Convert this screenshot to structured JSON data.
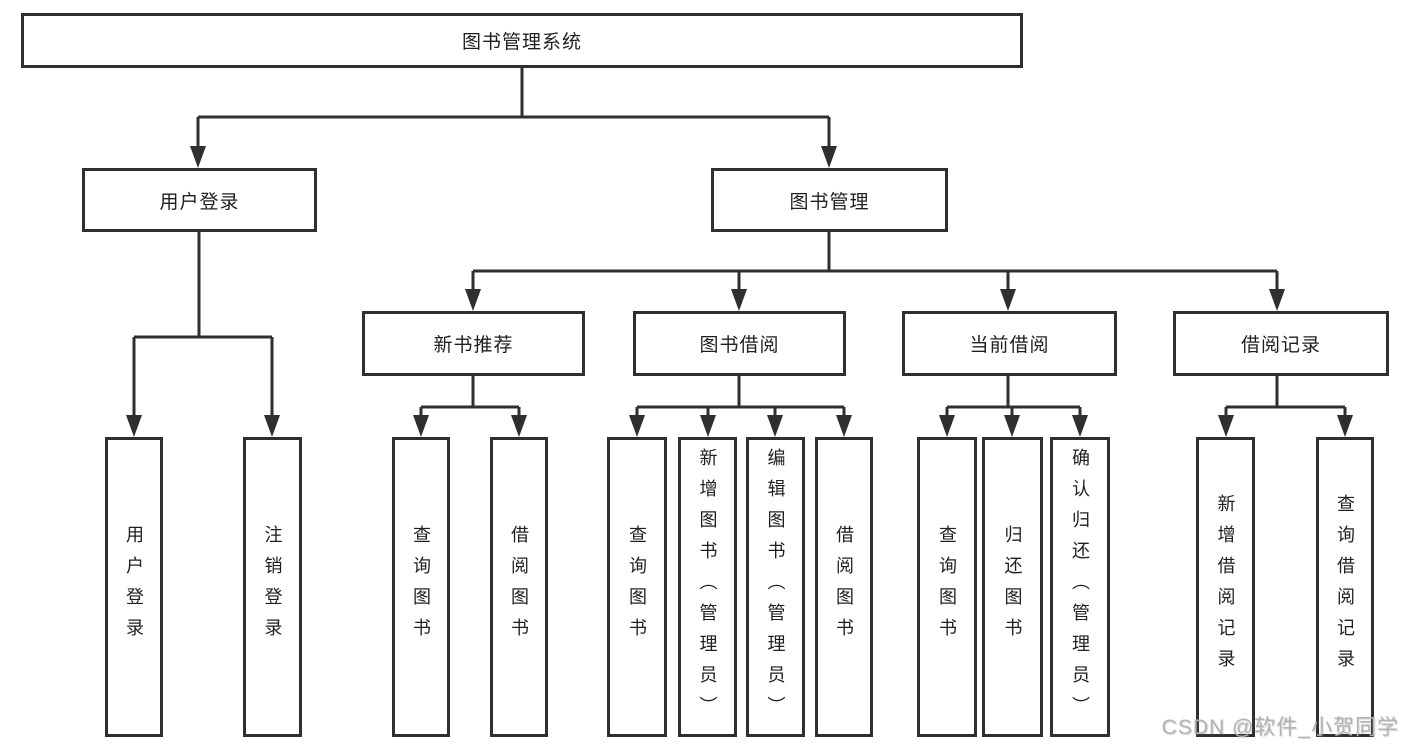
{
  "tree": {
    "label": "图书管理系统",
    "children": [
      {
        "label": "用户登录",
        "children": [
          {
            "label": "用户登录"
          },
          {
            "label": "注销登录"
          }
        ]
      },
      {
        "label": "图书管理",
        "children": [
          {
            "label": "新书推荐",
            "children": [
              {
                "label": "查询图书"
              },
              {
                "label": "借阅图书"
              }
            ]
          },
          {
            "label": "图书借阅",
            "children": [
              {
                "label": "查询图书"
              },
              {
                "label": "新增图书（管理员）"
              },
              {
                "label": "编辑图书（管理员）"
              },
              {
                "label": "借阅图书"
              }
            ]
          },
          {
            "label": "当前借阅",
            "children": [
              {
                "label": "查询图书"
              },
              {
                "label": "归还图书"
              },
              {
                "label": "确认归还（管理员）"
              }
            ]
          },
          {
            "label": "借阅记录",
            "children": [
              {
                "label": "新增借阅记录"
              },
              {
                "label": "查询借阅记录"
              }
            ]
          }
        ]
      }
    ]
  },
  "watermark": {
    "text": "CSDN @软件_小贺同学"
  },
  "colors": {
    "line": "#2f2f2f",
    "border": "#2f2f2f",
    "text": "#1f1f1f",
    "background": "#ffffff",
    "watermark": "#b3b3b3"
  }
}
